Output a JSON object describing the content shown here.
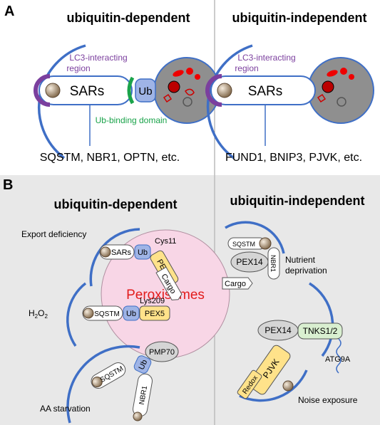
{
  "panel_a": {
    "label": "A",
    "left_title": "ubiquitin-dependent",
    "right_title": "ubiquitin-independent",
    "left": {
      "lir_label_1": "LC3-interacting",
      "lir_label_2": "region",
      "sars": "SARs",
      "ub": "Ub",
      "ubd_label": "Ub-binding domain",
      "examples": "SQSTM, NBR1, OPTN, etc."
    },
    "right": {
      "lir_label_1": "LC3-interacting",
      "lir_label_2": "region",
      "sars": "SARs",
      "examples": "FUND1, BNIP3, PJVK, etc."
    }
  },
  "panel_b": {
    "label": "B",
    "left_title": "ubiquitin-dependent",
    "right_title": "ubiquitin-independent",
    "center": "Peroxisomes",
    "export_deficiency": "Export deficiency",
    "sars": "SARs",
    "ub": "Ub",
    "cys11": "Cys11",
    "pex5": "PEX5",
    "cargo": "Cargo",
    "lys209": "Lys209",
    "h2o2_main": "H",
    "h2o2_sub1": "2",
    "h2o2_mid": "O",
    "h2o2_sub2": "2",
    "sqstm": "SQSTM",
    "pmp70": "PMP70",
    "nbr1": "NBR1",
    "aa_starvation": "AA starvation",
    "pex14": "PEX14",
    "nutrient_1": "Nutrient",
    "nutrient_2": "deprivation",
    "tnks": "TNKS1/2",
    "atg9a": "ATG9A",
    "pjvk": "PJVK",
    "redox": "Redox",
    "noise": "Noise exposure"
  },
  "colors": {
    "membrane": "#3f6fc6",
    "lir_purple": "#7b3f9e",
    "ubd_green": "#1aa34a",
    "ub_fill": "#9fb4e6",
    "pex5_fill": "#ffe28a",
    "tnks_fill": "#d9efd0",
    "pex14_fill": "#d5d5d5",
    "perox_fill": "#f8d6e6",
    "perox_text": "#e21b1b",
    "panel_b_bg": "#e8e8e8"
  }
}
